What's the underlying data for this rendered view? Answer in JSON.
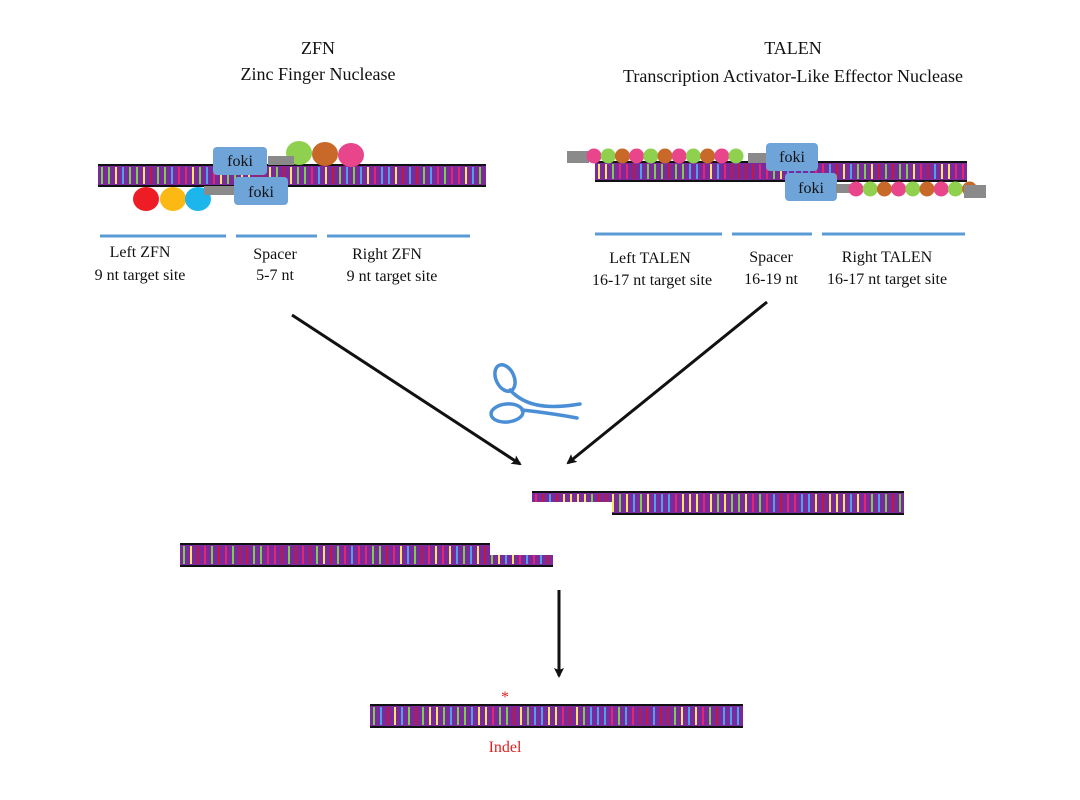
{
  "zfn": {
    "title": "ZFN",
    "subtitle": "Zinc Finger Nuclease",
    "foki_label": "foki",
    "segments": [
      {
        "name": "Left ZFN",
        "detail": "9 nt target site"
      },
      {
        "name": "Spacer",
        "detail": "5-7 nt"
      },
      {
        "name": "Right ZFN",
        "detail": "9 nt target site"
      }
    ]
  },
  "talen": {
    "title": "TALEN",
    "subtitle": "Transcription Activator-Like Effector Nuclease",
    "foki_label": "foki",
    "segments": [
      {
        "name": "Left TALEN",
        "detail": "16-17 nt target site"
      },
      {
        "name": "Spacer",
        "detail": "16-19 nt"
      },
      {
        "name": "Right TALEN",
        "detail": "16-17 nt target site"
      }
    ]
  },
  "result": {
    "indel_mark": "*",
    "indel_label": "Indel"
  },
  "colors": {
    "dna_backbone": "#7b2a9e",
    "base_colors": [
      "#f5e663",
      "#4aa3e8",
      "#7ad04a",
      "#e8246a",
      "#c01a3c"
    ],
    "ruler": "#5b9bd5",
    "foki": "#6fa4d8",
    "linker": "#8a8a8a",
    "scissors": "#4a8fd6",
    "indel": "#e02020",
    "zfn_fingers_lower": [
      "#ee1c25",
      "#fdb913",
      "#1cb5ec"
    ],
    "zfn_fingers_upper": [
      "#8fd14f",
      "#c8692a",
      "#e8458b"
    ],
    "tale_repeats": [
      "#e8458b",
      "#8fd14f",
      "#c8692a",
      "#e8458b",
      "#8fd14f",
      "#c8692a"
    ]
  }
}
